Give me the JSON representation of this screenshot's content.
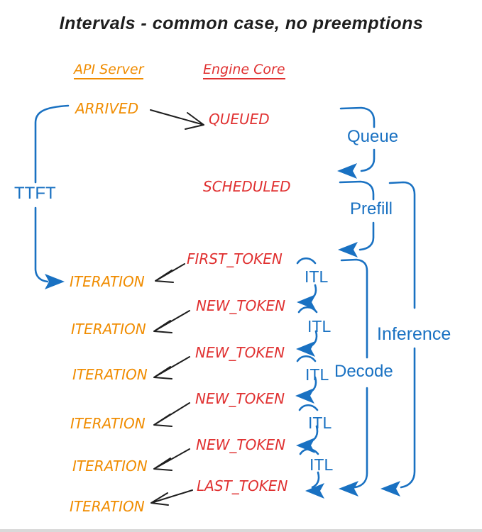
{
  "title": "Intervals - common case, no preemptions",
  "columns": {
    "api_server": "API Server",
    "engine_core": "Engine Core"
  },
  "api_events": {
    "arrived": "ARRIVED",
    "iterations": [
      "ITERATION",
      "ITERATION",
      "ITERATION",
      "ITERATION",
      "ITERATION",
      "ITERATION"
    ]
  },
  "engine_events": {
    "queued": "QUEUED",
    "scheduled": "SCHEDULED",
    "first_token": "FIRST_TOKEN",
    "new_tokens": [
      "NEW_TOKEN",
      "NEW_TOKEN",
      "NEW_TOKEN",
      "NEW_TOKEN"
    ],
    "last_token": "LAST_TOKEN"
  },
  "intervals": {
    "ttft": "TTFT",
    "queue": "Queue",
    "prefill": "Prefill",
    "itl": [
      "ITL",
      "ITL",
      "ITL",
      "ITL",
      "ITL"
    ],
    "decode": "Decode",
    "inference": "Inference"
  },
  "colors": {
    "api_server": "#f08c00",
    "engine_core": "#e03131",
    "interval_blue": "#1971c2",
    "arrow_black": "#1e1e1e"
  }
}
